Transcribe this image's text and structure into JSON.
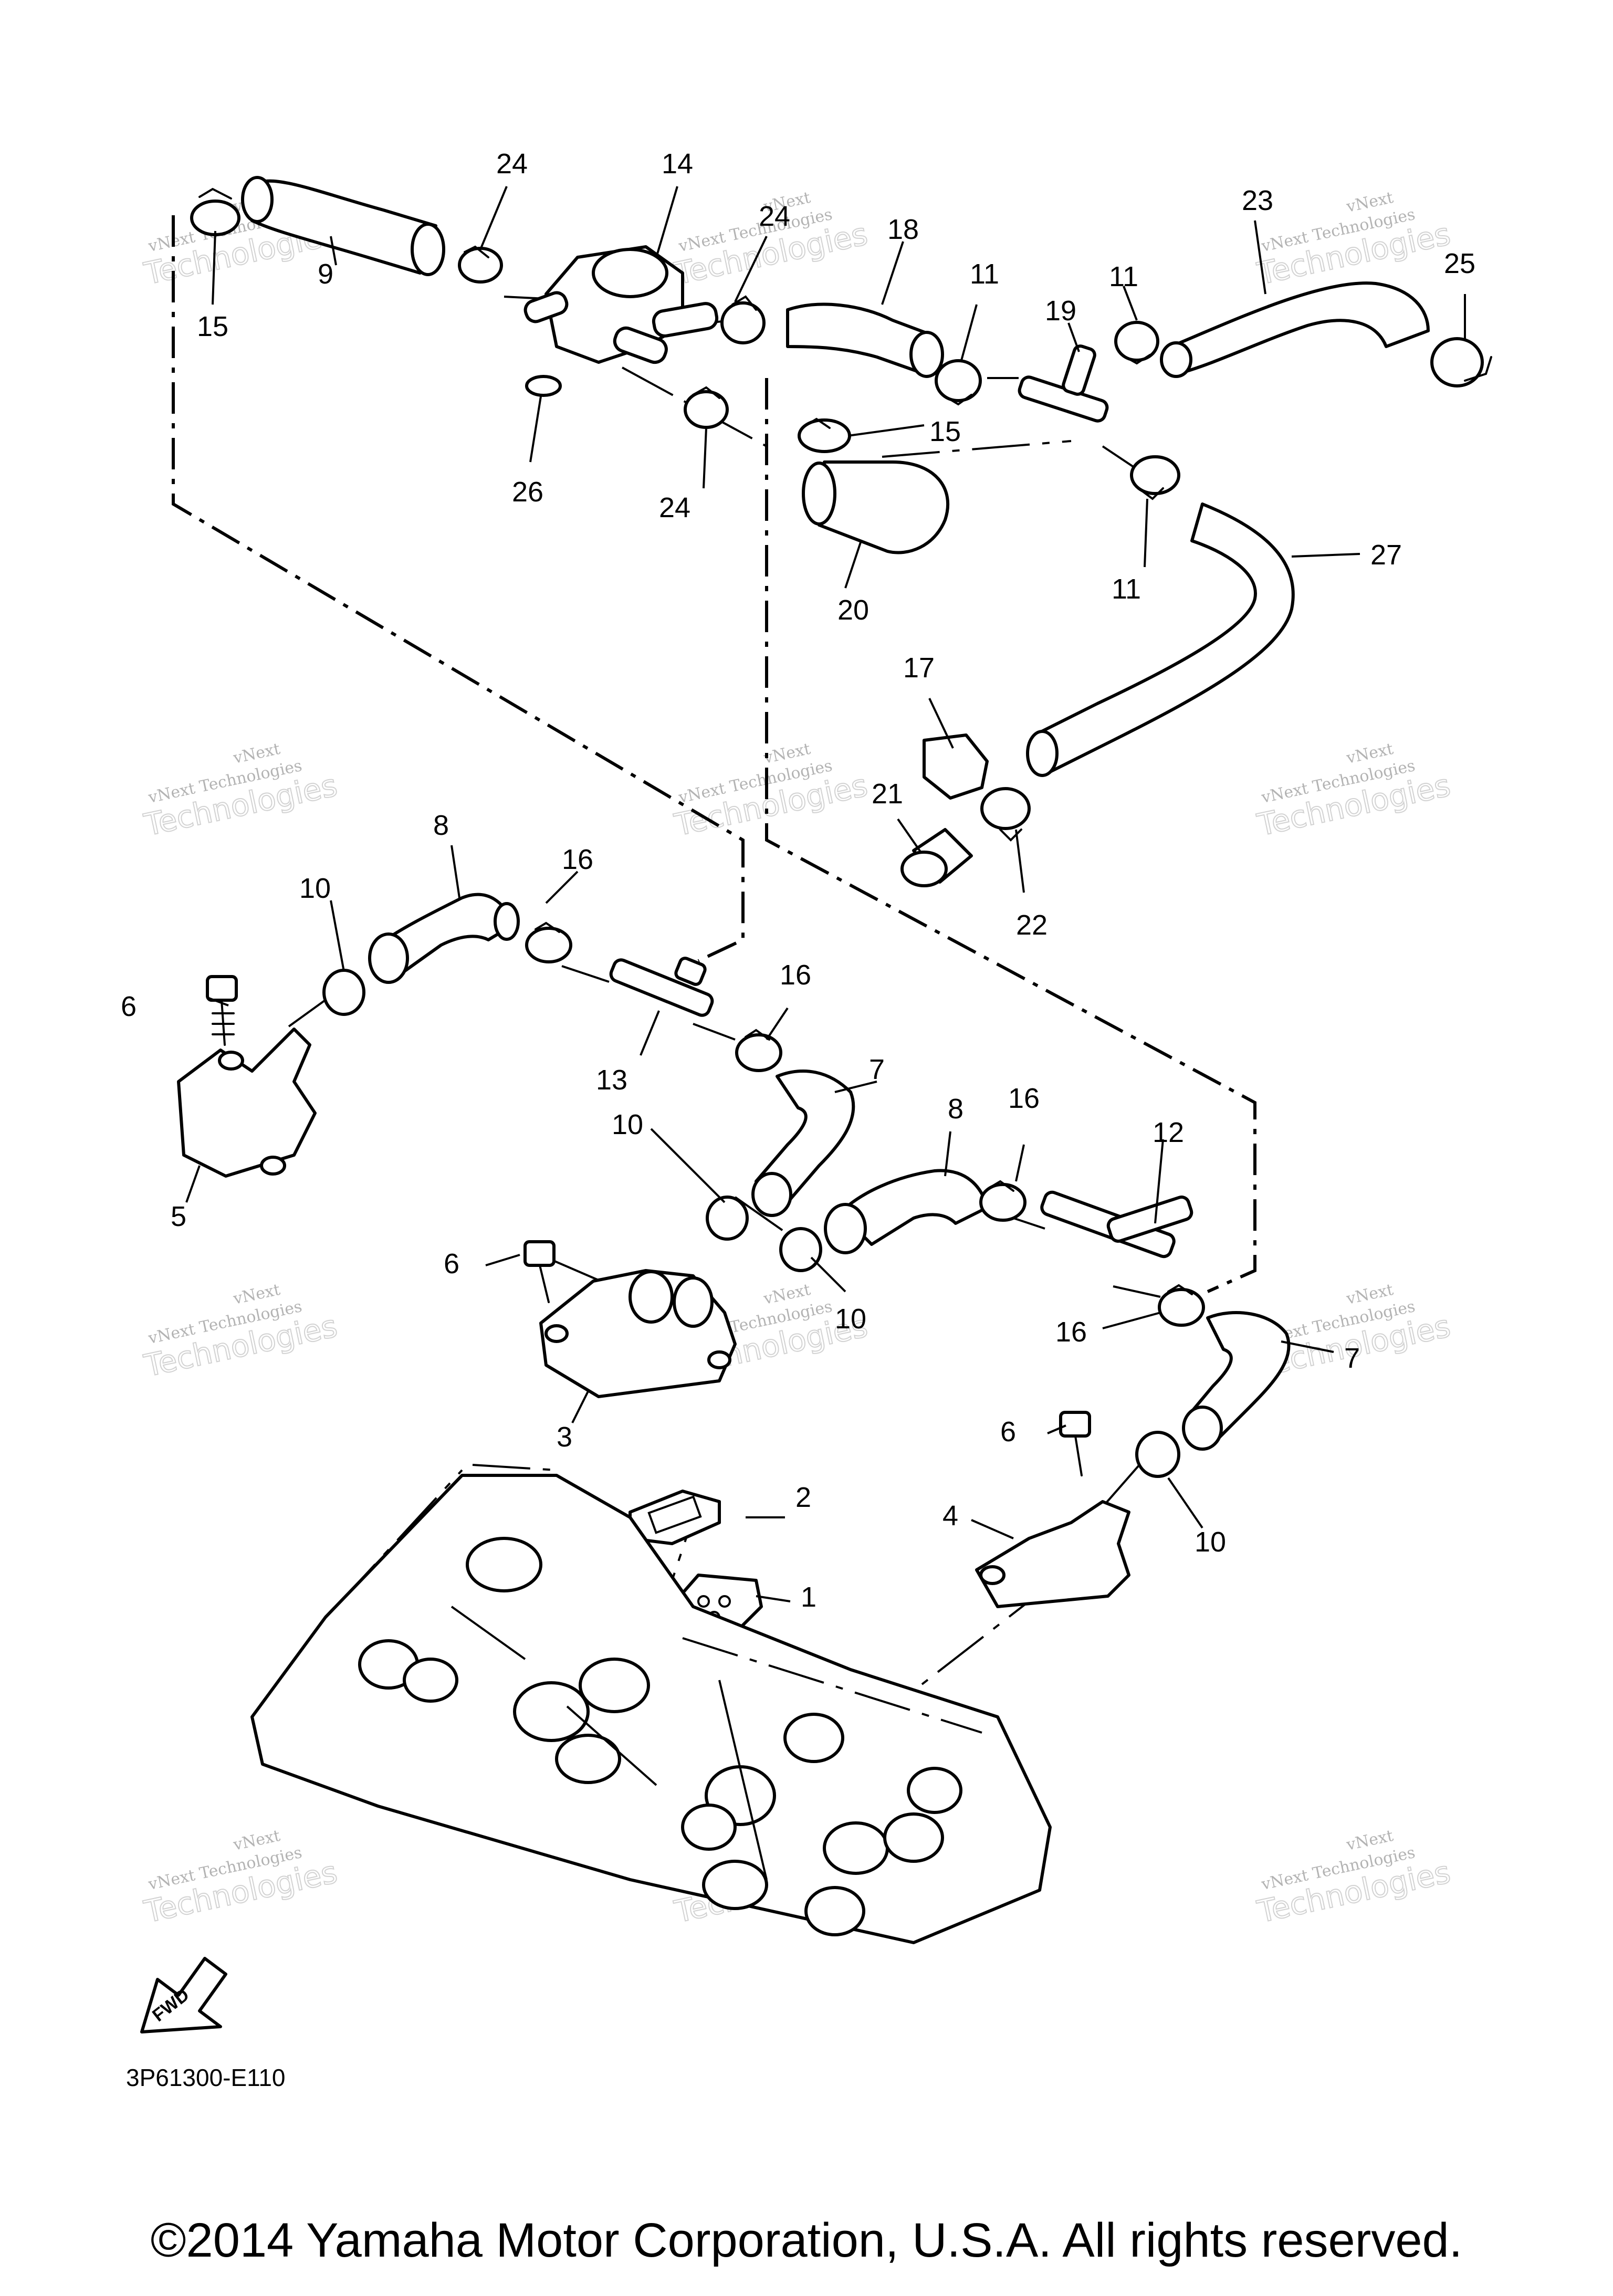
{
  "diagram": {
    "code": "3P61300-E110",
    "direction_label": "FWD",
    "copyright": "©2014 Yamaha Motor Corporation, U.S.A. All rights reserved.",
    "watermark": {
      "line1": "vNext",
      "line2": "vNext Technologies",
      "line3": "Technologies"
    },
    "callouts": [
      "1",
      "2",
      "3",
      "4",
      "5",
      "6",
      "6",
      "6",
      "7",
      "7",
      "8",
      "8",
      "9",
      "10",
      "10",
      "10",
      "10",
      "11",
      "11",
      "11",
      "12",
      "13",
      "14",
      "15",
      "15",
      "16",
      "16",
      "16",
      "16",
      "17",
      "18",
      "19",
      "20",
      "21",
      "22",
      "23",
      "24",
      "24",
      "24",
      "25",
      "26",
      "27"
    ]
  }
}
